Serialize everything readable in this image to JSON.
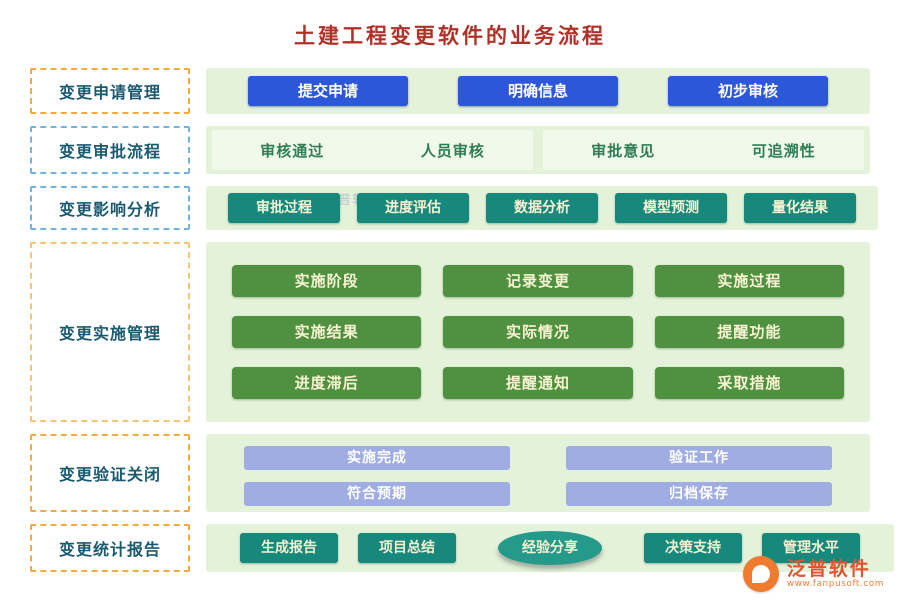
{
  "title": "土建工程变更软件的业务流程",
  "watermark": "泛普软件",
  "colors": {
    "title_red": "#b03128",
    "panel_green": "#e4f2da",
    "blue_button": "#2c57d8",
    "teal_button": "#17897c",
    "green_button": "#4f9140",
    "periwinkle_button": "#9fade3",
    "label_text": "#1a5a70",
    "brand_orange": "#e2532f"
  },
  "rows": {
    "apply": {
      "label": "变更申请管理",
      "buttons": [
        "提交申请",
        "明确信息",
        "初步审核"
      ]
    },
    "approve": {
      "label": "变更审批流程",
      "group1": [
        "审核通过",
        "人员审核"
      ],
      "group2": [
        "审批意见",
        "可追溯性"
      ]
    },
    "impact": {
      "label": "变更影响分析",
      "buttons": [
        "审批过程",
        "进度评估",
        "数据分析",
        "模型预测",
        "量化结果"
      ]
    },
    "implement": {
      "label": "变更实施管理",
      "buttons": [
        "实施阶段",
        "记录变更",
        "实施过程",
        "实施结果",
        "实际情况",
        "提醒功能",
        "进度滞后",
        "提醒通知",
        "采取措施"
      ]
    },
    "verify": {
      "label": "变更验证关闭",
      "buttons": [
        "实施完成",
        "验证工作",
        "符合预期",
        "归档保存"
      ]
    },
    "report": {
      "label": "变更统计报告",
      "buttons": [
        "生成报告",
        "项目总结",
        "经验分享",
        "决策支持",
        "管理水平"
      ]
    }
  },
  "footer": {
    "brand": "泛普软件",
    "url": "www.fanpusoft.com"
  }
}
